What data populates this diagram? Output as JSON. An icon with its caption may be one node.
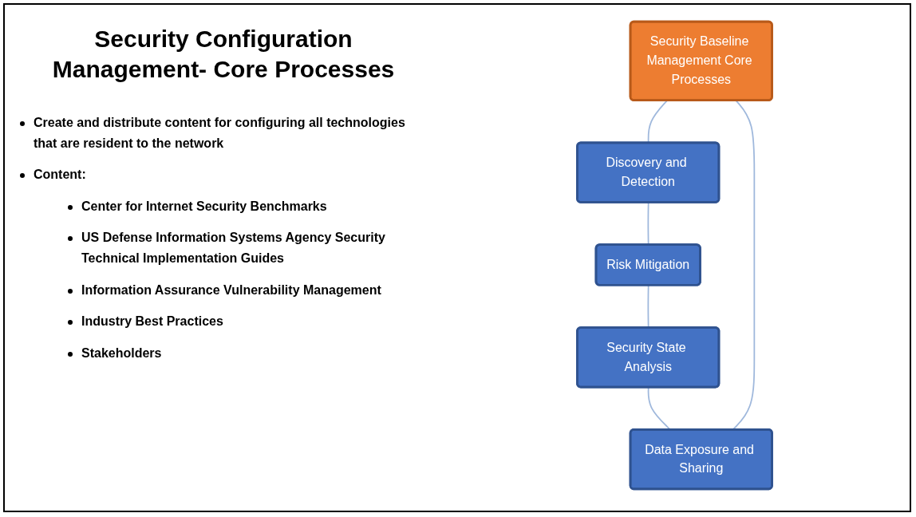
{
  "diagram": {
    "title": "Security Configuration Management- Core Processes",
    "nodes": [
      {
        "text": [
          "Security Baseline Management Core Processes"
        ]
      },
      {
        "text": [
          "Data Exposure and Sharing"
        ]
      },
      {
        "text": [
          "Discovery and Detection"
        ]
      },
      {
        "text": [
          "Security State Analysis"
        ]
      },
      {
        "text": [
          "Risk Mitigation"
        ]
      }
    ],
    "edges": [
      {
        "from": 0,
        "to": 2,
        "arrow": "none"
      },
      {
        "from": 2,
        "to": 4,
        "arrow": "none"
      },
      {
        "from": 4,
        "to": 3,
        "arrow": "none"
      },
      {
        "from": 3,
        "to": 1,
        "arrow": "none"
      },
      {
        "from": 1,
        "to": 0,
        "arrow": "none"
      }
    ],
    "labels": [
      "Create and distribute content for configuring all technologies that are resident to the network",
      "Content:",
      "Center for Internet Security Benchmarks",
      "US Defense Information Systems Agency Security Technical Implementation Guides",
      "Information Assurance Vulnerability Management",
      "Industry Best Practices",
      "Stakeholders"
    ]
  }
}
